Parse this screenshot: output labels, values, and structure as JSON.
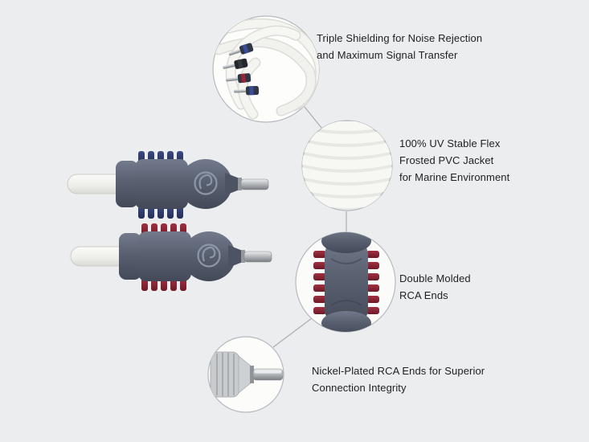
{
  "title": "Marine RCA cable feature callout diagram",
  "background": "#ebedef",
  "colors": {
    "circle_border": "#b6babe",
    "text": "#1d1f21",
    "grip_gray": "#596070",
    "accent_blue": "#33406d",
    "accent_red": "#8d2332",
    "metal": "#bcc0c3",
    "cable_white": "#f4f4f1",
    "leader_line": "#a9adb2"
  },
  "cables": [
    {
      "name": "rca-end-blue-accent",
      "accent": "blue"
    },
    {
      "name": "rca-end-red-accent",
      "accent": "red"
    }
  ],
  "callouts": [
    {
      "id": "triple-shielding",
      "lines": [
        "Triple Shielding for Noise Rejection",
        "and Maximum Signal Transfer"
      ]
    },
    {
      "id": "uv-stable-jacket",
      "lines": [
        "100% UV Stable Flex",
        "Frosted PVC Jacket",
        "for Marine Environment"
      ]
    },
    {
      "id": "double-molded",
      "lines": [
        "Double Molded",
        "RCA Ends"
      ]
    },
    {
      "id": "nickel-plated",
      "lines": [
        "Nickel-Plated RCA Ends for Superior",
        "Connection Integrity"
      ]
    }
  ]
}
